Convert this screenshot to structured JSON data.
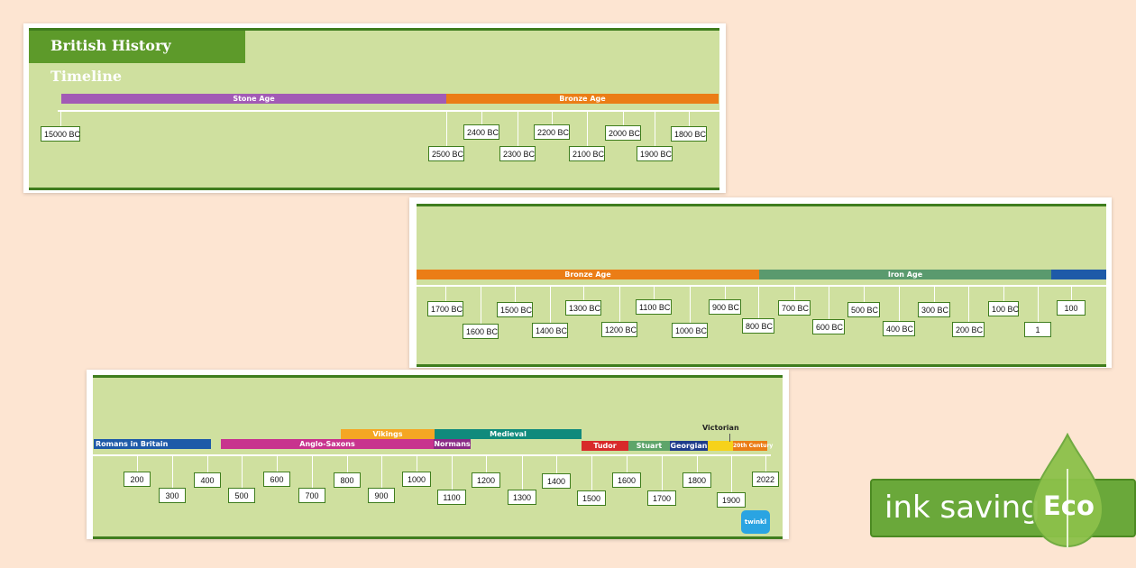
{
  "title": "British History Timeline",
  "row1": {
    "bands": [
      {
        "label": "Stone Age",
        "color": "#a25bb5"
      },
      {
        "label": "Bronze Age",
        "color": "#eb7d16"
      }
    ],
    "labels": [
      "15000 BC",
      "2500 BC",
      "2400 BC",
      "2300 BC",
      "2200 BC",
      "2100 BC",
      "2000 BC",
      "1900 BC",
      "1800 BC"
    ]
  },
  "row2": {
    "bands": [
      {
        "label": "Bronze Age",
        "color": "#eb7d16"
      },
      {
        "label": "Iron Age",
        "color": "#5a9a6e"
      },
      {
        "label": "",
        "color": "#1e5aa8"
      }
    ],
    "labels": [
      "1700 BC",
      "1600 BC",
      "1500 BC",
      "1400 BC",
      "1300 BC",
      "1200 BC",
      "1100 BC",
      "1000 BC",
      "900 BC",
      "800 BC",
      "700 BC",
      "600 BC",
      "500 BC",
      "400 BC",
      "300 BC",
      "200 BC",
      "100 BC",
      "1",
      "100"
    ]
  },
  "row3": {
    "bands": [
      {
        "label": "Romans in Britain",
        "color": "#1e5aa8"
      },
      {
        "label": "Anglo-Saxons",
        "color": "#c8338e"
      },
      {
        "label": "Vikings",
        "color": "#f5a623"
      },
      {
        "label": "Normans",
        "color": "#8a2a86"
      },
      {
        "label": "Medieval",
        "color": "#108a7c"
      },
      {
        "label": "Tudor",
        "color": "#d82a2a"
      },
      {
        "label": "Stuart",
        "color": "#5ea56a"
      },
      {
        "label": "Georgian",
        "color": "#1e3c8c"
      },
      {
        "label": "",
        "color": "#f6d21a"
      },
      {
        "label": "20th Century",
        "color": "#eb7d16"
      }
    ],
    "victorian": "Victorian",
    "labels": [
      "200",
      "300",
      "400",
      "500",
      "600",
      "700",
      "800",
      "900",
      "1000",
      "1100",
      "1200",
      "1300",
      "1400",
      "1500",
      "1600",
      "1700",
      "1800",
      "1900",
      "2022"
    ]
  },
  "eco": {
    "text": "ink saving",
    "badge": "Eco"
  },
  "logo": "twinkl"
}
